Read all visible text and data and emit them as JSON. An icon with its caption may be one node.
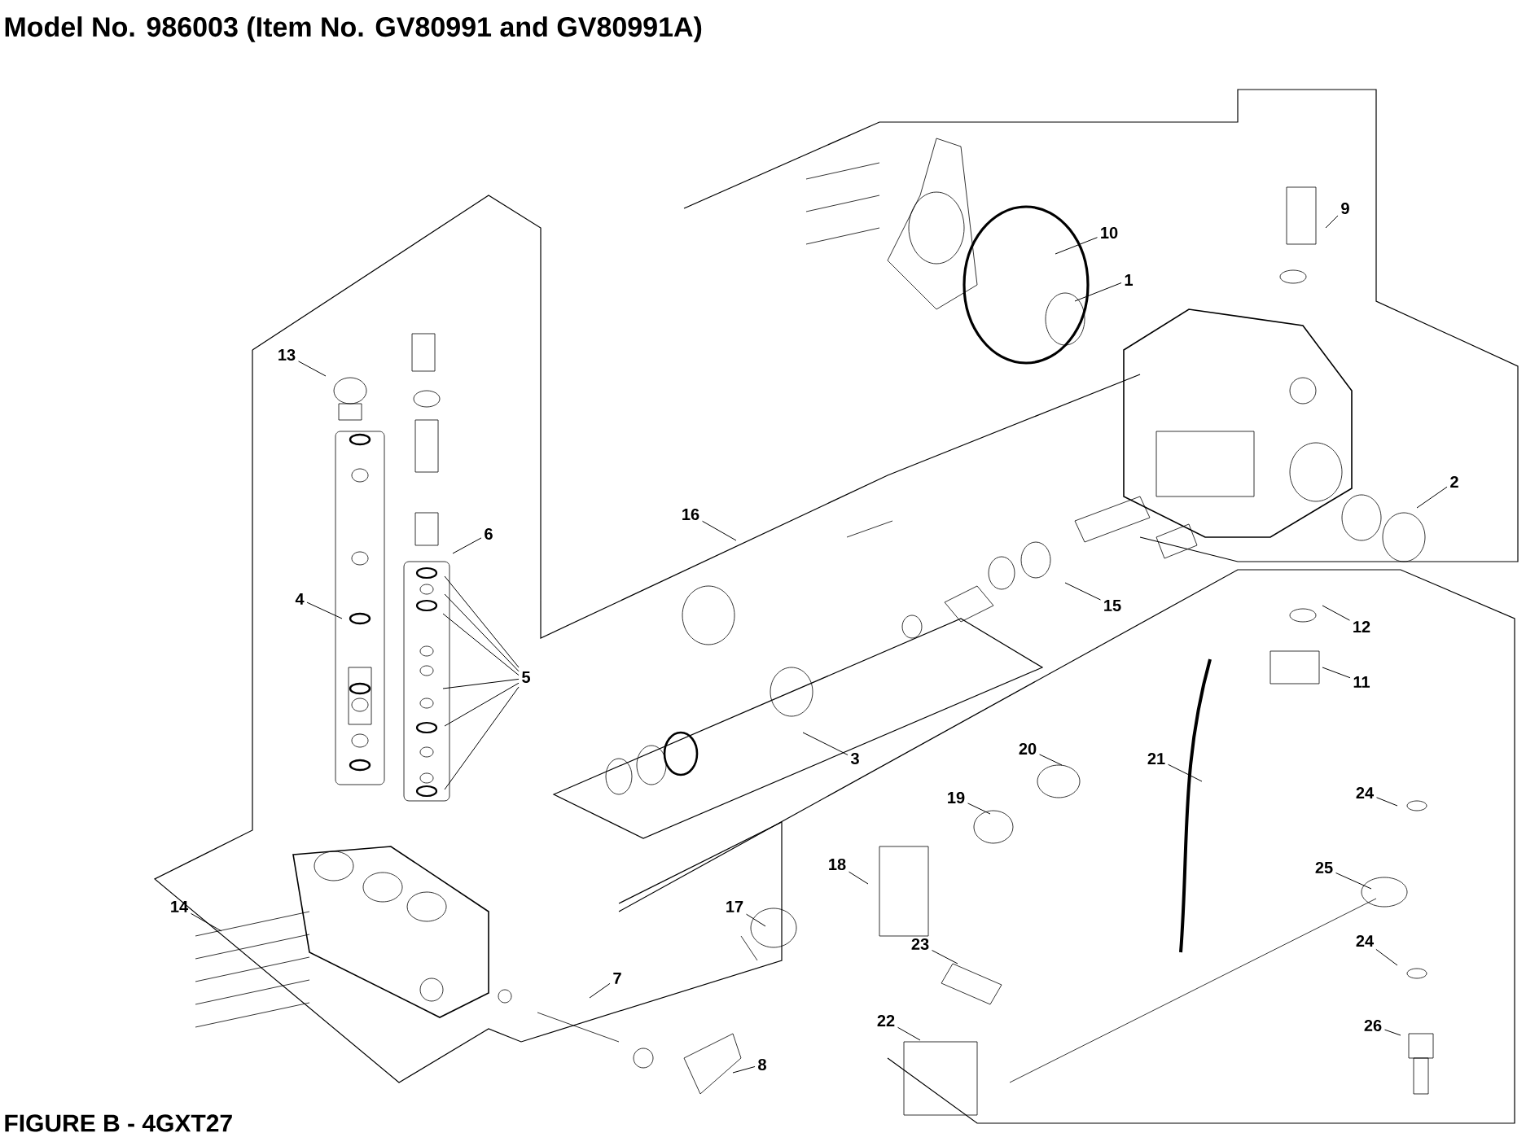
{
  "diagram": {
    "title": "Model No. 986003 (Item No. GV80991 and GV80991A)",
    "caption": "FIGURE B - 4GXT27",
    "nodes": [
      {
        "text": [
          "10"
        ]
      },
      {
        "text": [
          "1"
        ]
      },
      {
        "text": [
          "9"
        ]
      },
      {
        "text": [
          "13"
        ]
      },
      {
        "text": [
          "2"
        ]
      },
      {
        "text": [
          "16"
        ]
      },
      {
        "text": [
          "6"
        ]
      },
      {
        "text": [
          "4"
        ]
      },
      {
        "text": [
          "15"
        ]
      },
      {
        "text": [
          "12"
        ]
      },
      {
        "text": [
          "5"
        ]
      },
      {
        "text": [
          "11"
        ]
      },
      {
        "text": [
          "3"
        ]
      },
      {
        "text": [
          "20"
        ]
      },
      {
        "text": [
          "21"
        ]
      },
      {
        "text": [
          "24"
        ]
      },
      {
        "text": [
          "19"
        ]
      },
      {
        "text": [
          "18"
        ]
      },
      {
        "text": [
          "25"
        ]
      },
      {
        "text": [
          "14"
        ]
      },
      {
        "text": [
          "17"
        ]
      },
      {
        "text": [
          "23"
        ]
      },
      {
        "text": [
          "24"
        ]
      },
      {
        "text": [
          "7"
        ]
      },
      {
        "text": [
          "22"
        ]
      },
      {
        "text": [
          "26"
        ]
      },
      {
        "text": [
          "8"
        ]
      }
    ],
    "edges": [
      {
        "from": 0,
        "to": null,
        "arrow": "none"
      },
      {
        "from": 1,
        "to": null,
        "arrow": "none"
      },
      {
        "from": 2,
        "to": null,
        "arrow": "none"
      },
      {
        "from": 3,
        "to": null,
        "arrow": "none"
      },
      {
        "from": 4,
        "to": null,
        "arrow": "none"
      },
      {
        "from": 5,
        "to": null,
        "arrow": "none"
      },
      {
        "from": 6,
        "to": null,
        "arrow": "none"
      },
      {
        "from": 7,
        "to": null,
        "arrow": "none"
      },
      {
        "from": 8,
        "to": null,
        "arrow": "none"
      },
      {
        "from": 9,
        "to": null,
        "arrow": "none"
      },
      {
        "from": 10,
        "to": null,
        "arrow": "none"
      },
      {
        "from": 10,
        "to": null,
        "arrow": "none"
      },
      {
        "from": 10,
        "to": null,
        "arrow": "none"
      },
      {
        "from": 10,
        "to": null,
        "arrow": "none"
      },
      {
        "from": 10,
        "to": null,
        "arrow": "none"
      },
      {
        "from": 10,
        "to": null,
        "arrow": "none"
      },
      {
        "from": 11,
        "to": null,
        "arrow": "none"
      },
      {
        "from": 12,
        "to": null,
        "arrow": "none"
      },
      {
        "from": 13,
        "to": null,
        "arrow": "none"
      },
      {
        "from": 14,
        "to": null,
        "arrow": "none"
      },
      {
        "from": 15,
        "to": null,
        "arrow": "none"
      },
      {
        "from": 16,
        "to": null,
        "arrow": "none"
      },
      {
        "from": 17,
        "to": null,
        "arrow": "none"
      },
      {
        "from": 18,
        "to": null,
        "arrow": "none"
      },
      {
        "from": 19,
        "to": null,
        "arrow": "none"
      },
      {
        "from": 20,
        "to": null,
        "arrow": "none"
      },
      {
        "from": 21,
        "to": null,
        "arrow": "none"
      },
      {
        "from": 22,
        "to": null,
        "arrow": "none"
      },
      {
        "from": 23,
        "to": null,
        "arrow": "none"
      },
      {
        "from": 24,
        "to": null,
        "arrow": "none"
      },
      {
        "from": 25,
        "to": null,
        "arrow": "none"
      },
      {
        "from": 26,
        "to": null,
        "arrow": "none"
      }
    ]
  }
}
